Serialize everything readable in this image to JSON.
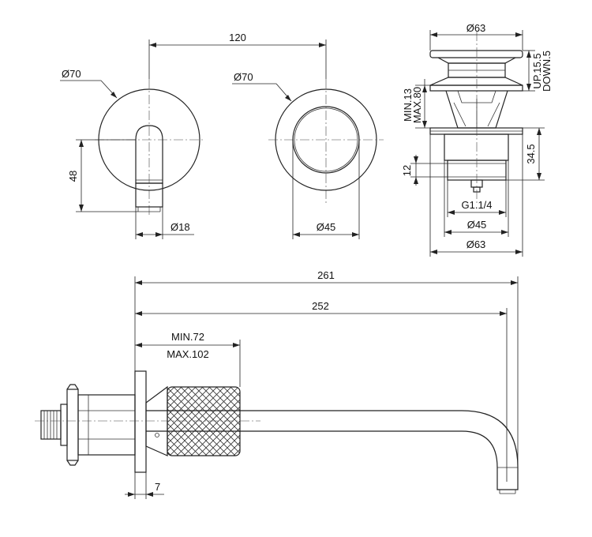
{
  "dimensions": {
    "top_spacing": "120",
    "spout_rose_dia": "Ø70",
    "handle_rose_dia": "Ø70",
    "spout_height": "48",
    "spout_dia": "Ø18",
    "handle_dia": "Ø45",
    "waste_cap_dia": "Ø63",
    "waste_up": "UP.15.5",
    "waste_down": "DOWN.5",
    "waste_min": "MIN.13",
    "waste_max": "MAX.80",
    "waste_height": "34.5",
    "waste_thread_height": "12",
    "waste_thread": "G1.1/4",
    "waste_body_dia": "Ø45",
    "waste_flange_dia": "Ø63",
    "overall_length": "261",
    "spout_length": "252",
    "wall_min": "MIN.72",
    "wall_max": "MAX.102",
    "plate_thickness": "7"
  }
}
